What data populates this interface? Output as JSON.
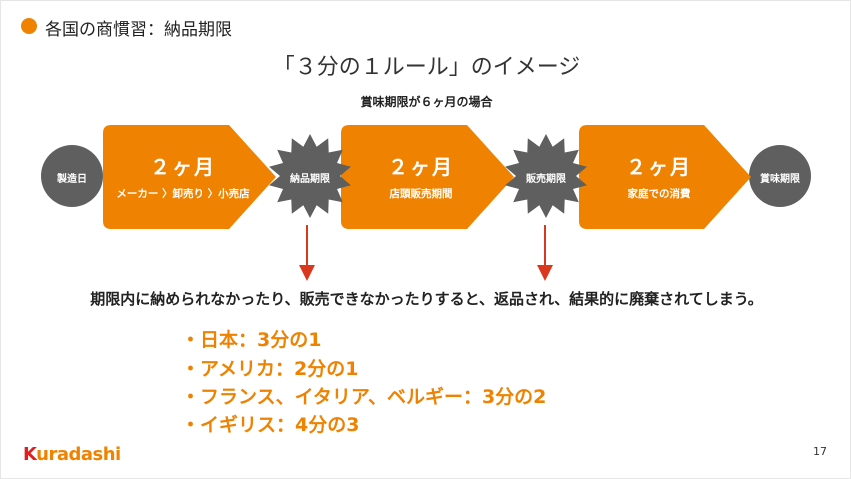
{
  "header": {
    "title": "各国の商慣習：納品期限"
  },
  "main_title": "「３分の１ルール」のイメージ",
  "subtitle": "賞味期限が６ヶ月の場合",
  "flow": {
    "start": "製造日",
    "segments": [
      {
        "duration": "２ヶ月",
        "label": "メーカー 〉卸売り 〉小売店"
      },
      {
        "duration": "２ヶ月",
        "label": "店頭販売期間"
      },
      {
        "duration": "２ヶ月",
        "label": "家庭での消費"
      }
    ],
    "milestones": [
      "納品期限",
      "販売期限"
    ],
    "end": "賞味期限"
  },
  "note": "期限内に納められなかったり、販売できなかったりすると、返品され、結果的に廃棄されてしまう。",
  "rules": [
    "・日本：3分の1",
    "・アメリカ：2分の1",
    "・フランス、イタリア、ベルギー：3分の2",
    "・イギリス：4分の3"
  ],
  "footer": {
    "logo": "Kuradashi",
    "page": "17"
  },
  "colors": {
    "accent": "#ef8200",
    "gray": "#5f5f5f",
    "arrow": "#d9381e"
  }
}
